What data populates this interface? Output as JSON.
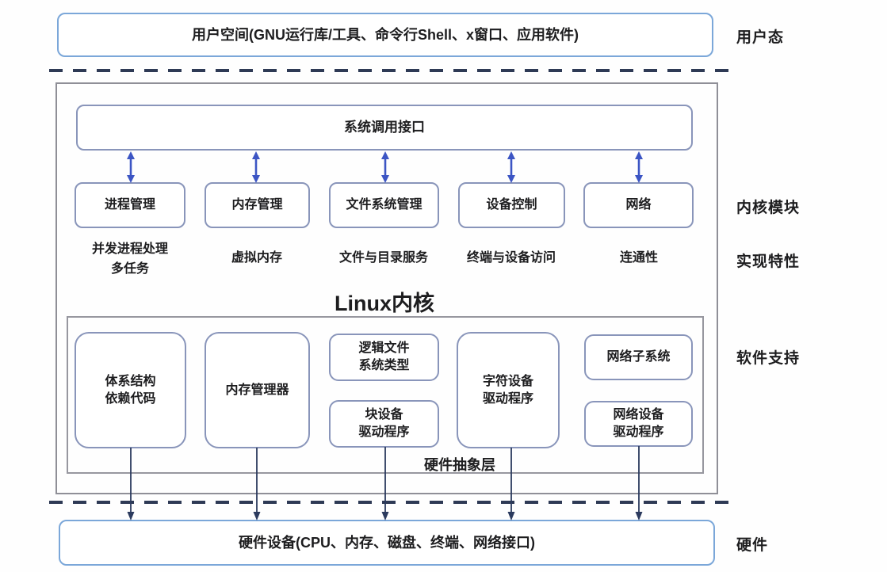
{
  "colors": {
    "blue_box_border": "#7ba7d9",
    "module_box_border": "#8995ba",
    "container_border": "#8f8f97",
    "double_arrow": "#3c55c4",
    "down_arrow": "#2b3a5e",
    "dashed_line": "#2e3a55",
    "text": "#1d1d1f"
  },
  "top": {
    "user_space_label": "用户空间(GNU运行库/工具、命令行Shell、x窗口、应用软件)"
  },
  "side_labels": {
    "user_mode": "用户态",
    "kernel_modules": "内核模块",
    "impl_features": "实现特性",
    "software_support": "软件支持",
    "hardware": "硬件"
  },
  "kernel": {
    "syscall_interface": "系统调用接口",
    "title": "Linux内核",
    "modules": [
      {
        "label": "进程管理",
        "feature": "并发进程处理\n多任务"
      },
      {
        "label": "内存管理",
        "feature": "虚拟内存"
      },
      {
        "label": "文件系统管理",
        "feature": "文件与目录服务"
      },
      {
        "label": "设备控制",
        "feature": "终端与设备访问"
      },
      {
        "label": "网络",
        "feature": "连通性"
      }
    ],
    "hal": {
      "caption": "硬件抽象层",
      "arch_code": "体系结构\n依赖代码",
      "memory_manager": "内存管理器",
      "logical_fs": "逻辑文件\n系统类型",
      "block_drivers": "块设备\n驱动程序",
      "char_drivers": "字符设备\n驱动程序",
      "net_subsystem": "网络子系统",
      "net_drivers": "网络设备\n驱动程序"
    }
  },
  "bottom": {
    "hardware_label": "硬件设备(CPU、内存、磁盘、终端、网络接口)"
  }
}
